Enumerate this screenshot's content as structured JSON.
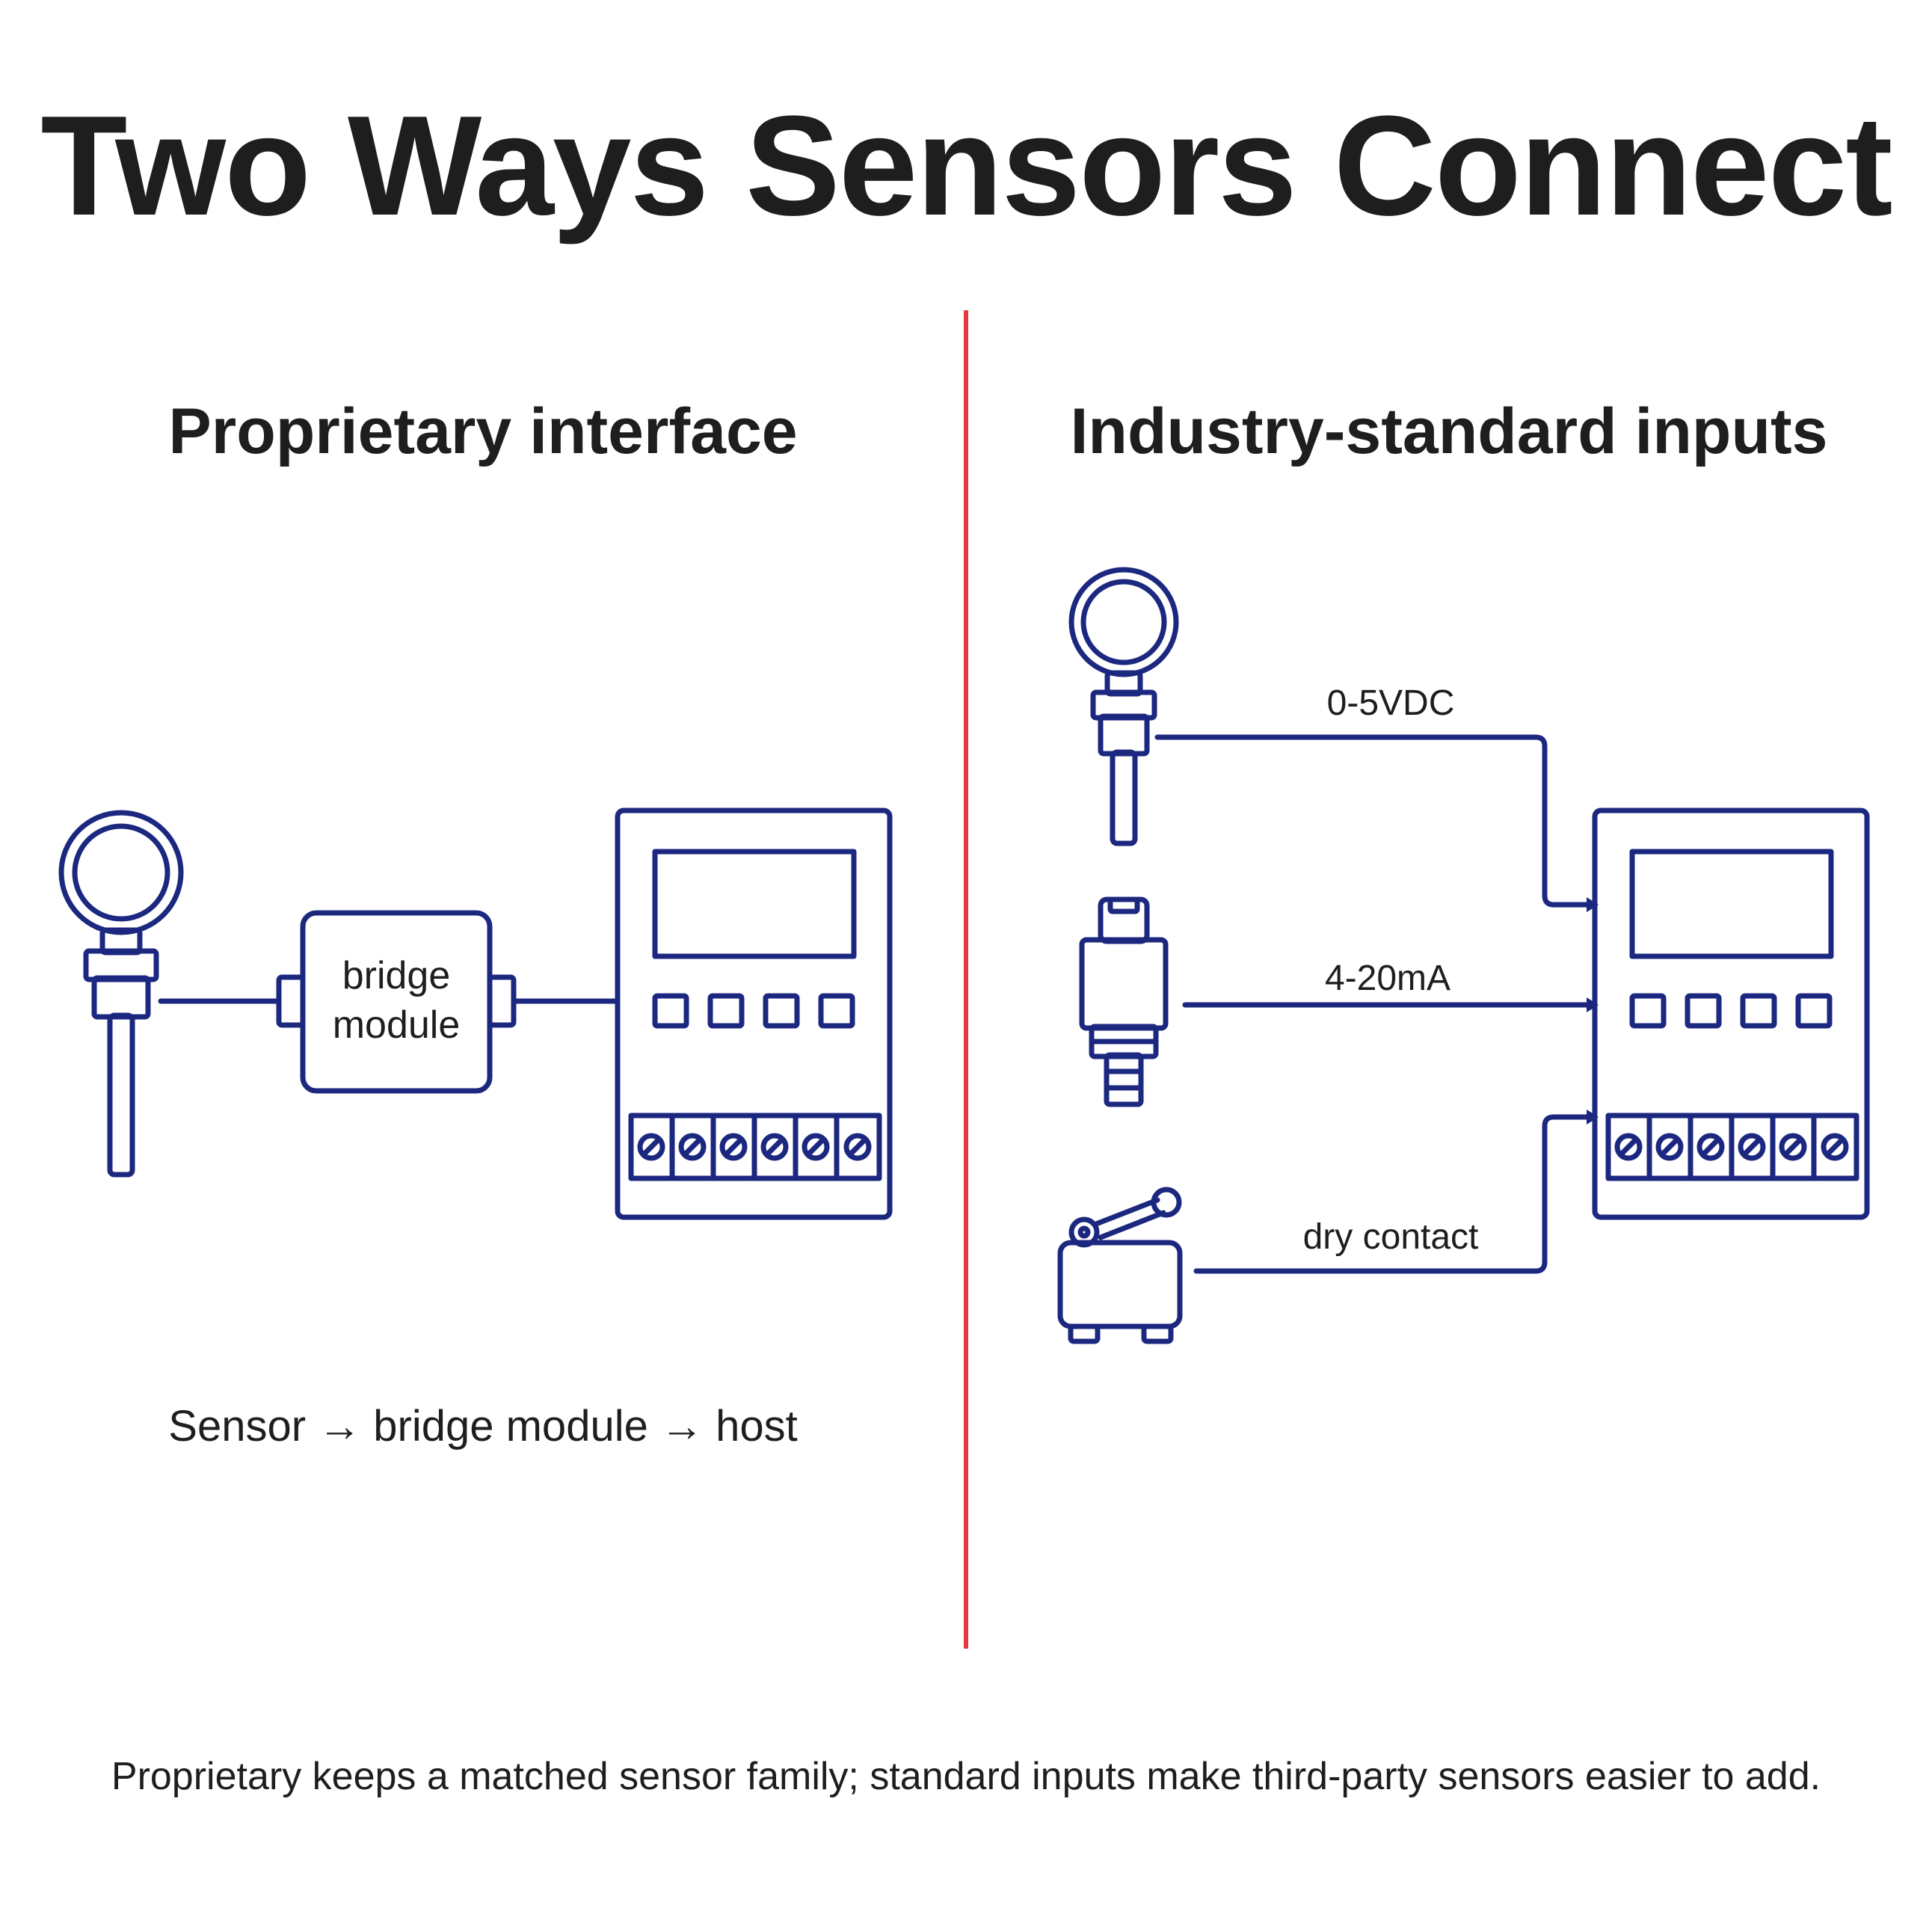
{
  "title": "Two Ways Sensors Connect",
  "left_panel": {
    "heading": "Proprietary interface",
    "bridge_label_line1": "bridge",
    "bridge_label_line2": "module",
    "caption": "Sensor → bridge module → host"
  },
  "right_panel": {
    "heading": "Industry-standard inputs",
    "signals": [
      "0-5VDC",
      "4-20mA",
      "dry contact"
    ]
  },
  "footer": "Proprietary keeps a matched sensor family; standard inputs make third-party sensors easier to add.",
  "colors": {
    "line": "#1c2880",
    "divider": "#e03a3e",
    "text": "#1e1e1e",
    "background": "#ffffff"
  }
}
